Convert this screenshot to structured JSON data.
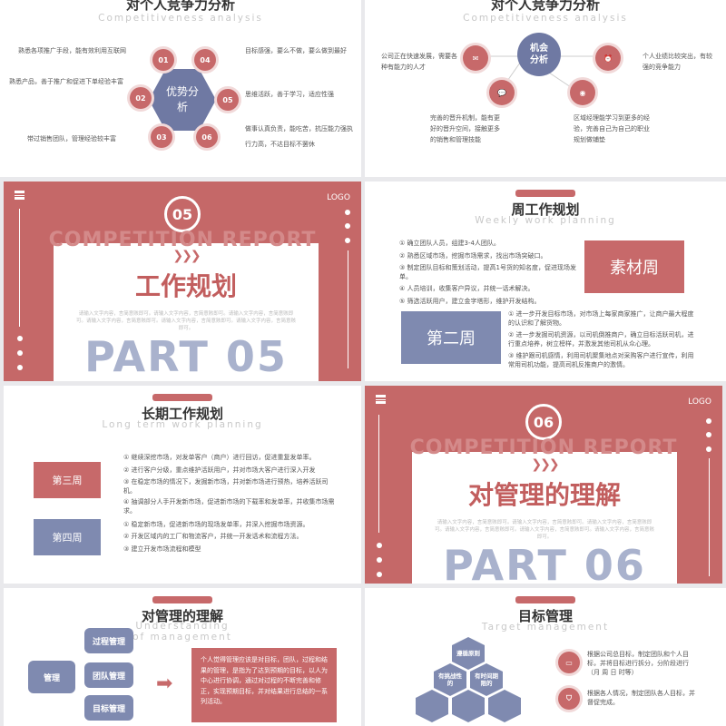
{
  "colors": {
    "accent_red": "#c7696a",
    "accent_blue": "#7f8ab0"
  },
  "slide1": {
    "title": "对个人竞争力分析",
    "subtitle": "Competitiveness analysis",
    "center": "优势分析",
    "nodes": [
      "01",
      "02",
      "03",
      "04",
      "05",
      "06"
    ],
    "left": [
      "熟悉各项推广手段，能有效利用互联网",
      "熟悉产品，善于推广和促进下单经验丰富",
      "带过销售团队，管理经验较丰富"
    ],
    "right": [
      "目标感强，要么不做，要么做到最好",
      "思维活跃，善于学习，适应性强",
      "做事认真负责，能吃苦，抗压能力强执行力高，不达目标不罢休"
    ]
  },
  "slide2": {
    "title": "对个人竞争力分析",
    "subtitle": "Competitiveness analysis",
    "center": "机会分析",
    "items": [
      {
        "icon": "mail-icon",
        "text": "公司正在快速发展，需要各种有能力的人才"
      },
      {
        "icon": "alarm-clock-icon",
        "text": "个人业绩比较突出，有较强的竞争能力"
      },
      {
        "icon": "chat-user-icon",
        "text": "完善的晋升机制，能有更好的晋升空间，接触更多的销售和管理技能"
      },
      {
        "icon": "webcam-icon",
        "text": "区域经理能学习到更多的经验，完善自己为自己的职业规划做铺垫"
      }
    ]
  },
  "slide3": {
    "number": "05",
    "ghost": "COMPETITION REPORT",
    "logo": "LOGO",
    "title": "工作规划",
    "placeholder": "请输入文字内容，言简意赅即可。请输入文字内容，言简意赅即可。请输入文字内容，言简意赅即可。请输入文字内容，言简意赅即可。请输入文字内容，言简意赅即可。请输入文字内容，言简意赅即可。",
    "part": "PART 05"
  },
  "slide4": {
    "title": "周工作规划",
    "subtitle": "Weekly work planning",
    "box1": "素材周",
    "box2": "第二周",
    "list1": [
      "① 确立团队人员，组建3-4人团队。",
      "② 熟悉区域市场，挖掘市场需求，找出市场突破口。",
      "③ 制定团队目标和策划活动，提高1号货的知名度，促进现场发单。",
      "④ 人员培训，收集客户异议，并统一话术解决。",
      "⑤ 筛选活跃用户，建立金字塔形，维护开发结构。"
    ],
    "list2": [
      "① 进一步开发目标市场，对市场上每家商家推广，让商户最大程度的认识和了解货物。",
      "② 进一步发掘司机资源，以司机倒推商户，确立目标活跃司机，进行重点培养，树立榜样，并激发其他司机从众心理。",
      "③ 维护跟司机感情，利用司机聚集地点对采购客户进行宣传，利用常用司机功能，提高司机反推商户的激情。"
    ]
  },
  "slide5": {
    "title": "长期工作规划",
    "subtitle": "Long term work planning",
    "box1": "第三周",
    "box2": "第四周",
    "list1": [
      "① 继续深挖市场，对发单客户（商户）进行回访，促进重复发单率。",
      "② 进行客户分级，重点维护活跃用户，并对市场大客户进行深入开发",
      "③ 在稳定市场的情况下，发掘新市场，并对新市场进行预热，培养活跃司机。",
      "④ 抽调部分人手开发新市场，促进新市场的下载率和发单率，并收集市场需求。"
    ],
    "list2": [
      "① 稳定新市场，促进新市场的现场发单率，并深入挖掘市场资源。",
      "② 开发区域内的工厂和物流客户，并统一开发话术和流程方法。",
      "③ 建立开发市场流程和模型"
    ]
  },
  "slide6": {
    "number": "06",
    "ghost": "COMPETITION REPORT",
    "logo": "LOGO",
    "title": "对管理的理解",
    "placeholder": "请输入文字内容，言简意赅即可。请输入文字内容，言简意赅即可。请输入文字内容，言简意赅即可。请输入文字内容，言简意赅即可。请输入文字内容，言简意赅即可。请输入文字内容，言简意赅即可。",
    "part": "PART 06"
  },
  "slide7": {
    "title": "对管理的理解",
    "subtitle": "Understanding of management",
    "root": "管理",
    "branches": [
      "过程管理",
      "团队管理",
      "目标管理"
    ],
    "text": "个人觉得管理应该是对目标，团队，过程和结果的管理，是指为了达到预期的目标，以人为中心进行协调，通过对过程的不断完善和修正，实现预期目标，并对结果进行总结的一系列活动。"
  },
  "slide8": {
    "title": "目标管理",
    "subtitle": "Target management",
    "hexes": [
      "遵循原则",
      "有挑战性的",
      "有时间期限的"
    ],
    "items": [
      {
        "icon": "monitor-icon",
        "text": "根据公司总目标，制定团队和个人目标，并将目标进行拆分，分阶段进行（月 周 日 时等）"
      },
      {
        "icon": "shield-icon",
        "text": "根据各人情况，制定团队各人目标，并督促完成。"
      }
    ]
  }
}
